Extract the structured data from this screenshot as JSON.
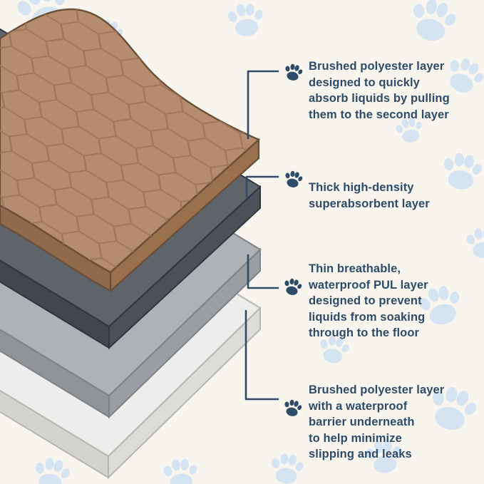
{
  "title": "Washable pet pad layer construction diagram",
  "colors": {
    "paper": "#f8f5ee",
    "paw-light": "#d6e4f2",
    "navy": "#2e4b68",
    "brown-top": "#b58c6f",
    "brown-pattern": "#9c7456",
    "brown-right": "#99714f",
    "brown-front": "#8f6a4c",
    "brown-edge": "#6a4e36",
    "gray2-top": "#5f636a",
    "gray2-right": "#4c5058",
    "gray2-front": "#42464e",
    "gray2-edge": "#303540",
    "gray3-top": "#aeb1b5",
    "gray3-right": "#9a9da1",
    "gray3-front": "#909397",
    "gray3-edge": "#7e8287",
    "gray4-top": "#ededeb",
    "gray4-right": "#dcdcd9",
    "gray4-front": "#d3d3d0",
    "gray4-edge": "#b5b5b1"
  },
  "layers": [
    {
      "name": "quilted-brushed-polyester-top-layer"
    },
    {
      "name": "high-density-superabsorbent-layer"
    },
    {
      "name": "waterproof-pul-layer"
    },
    {
      "name": "brushed-polyester-base-layer"
    }
  ],
  "annotations": [
    {
      "id": "layer-1",
      "icon": "paw-icon",
      "text": "Brushed polyester layer\ndesigned to quickly\nabsorb liquids by pulling\nthem to the second layer"
    },
    {
      "id": "layer-2",
      "icon": "paw-icon",
      "text": "Thick high-density\nsuperabsorbent layer"
    },
    {
      "id": "layer-3",
      "icon": "paw-icon",
      "text": "Thin breathable,\nwaterproof PUL layer\ndesigned to prevent\nliquids from soaking\nthrough to the floor"
    },
    {
      "id": "layer-4",
      "icon": "paw-icon",
      "text": "Brushed polyester layer\nwith a waterproof\nbarrier underneath\nto help minimize\nslipping and leaks"
    }
  ]
}
